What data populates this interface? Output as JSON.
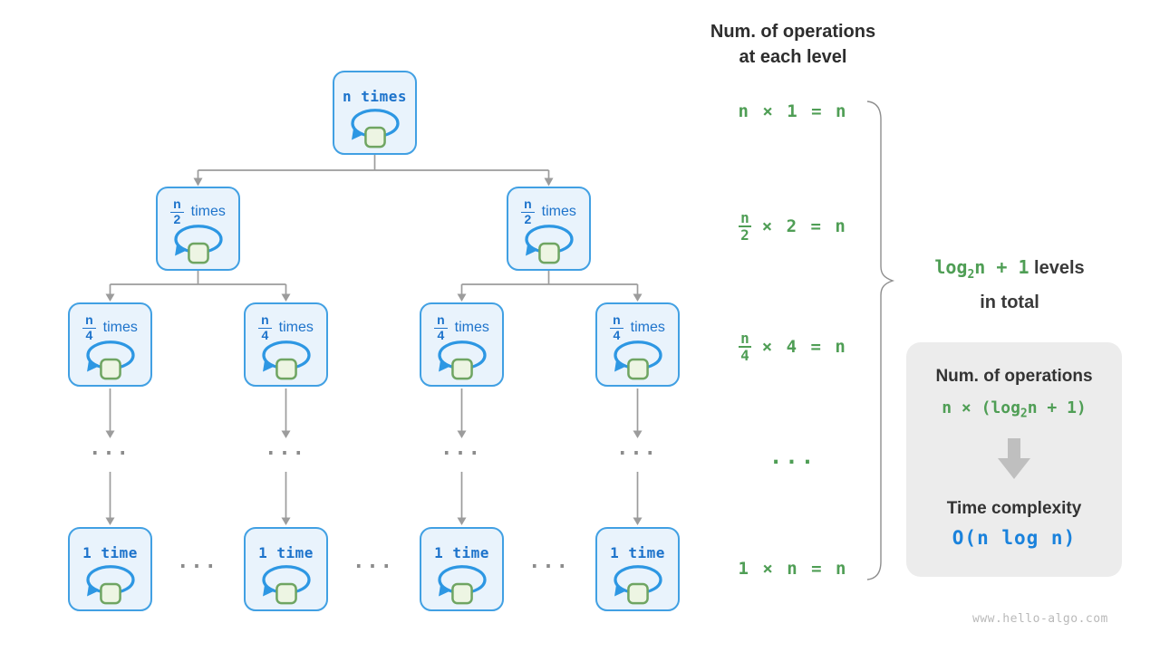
{
  "header": {
    "line1": "Num. of operations",
    "line2": "at each level"
  },
  "tree": {
    "root_label": "n times",
    "level2": {
      "num": "n",
      "den": "2",
      "word": "times"
    },
    "level3": {
      "num": "n",
      "den": "4",
      "word": "times"
    },
    "leaf_label": "1 time",
    "ellipsis": "..."
  },
  "ops": {
    "row1": "n × 1 = n",
    "row2": {
      "num": "n",
      "den": "2",
      "rest": "× 2 = n"
    },
    "row3": {
      "num": "n",
      "den": "4",
      "rest": "× 4 = n"
    },
    "dots": "...",
    "row5": "1 × n = n"
  },
  "brace_label": {
    "log": "log",
    "sub": "2",
    "after": "n + 1",
    "levels": " levels",
    "line2": "in total"
  },
  "panel": {
    "title1": "Num. of operations",
    "formula_pre": "n × (log",
    "formula_sub": "2",
    "formula_post": "n + 1)",
    "title2": "Time complexity",
    "complexity": "O(n log n)"
  },
  "watermark": "www.hello-algo.com",
  "colors": {
    "node_border": "#41a0e3",
    "node_fill": "#e9f3fc",
    "node_text": "#1d73cb",
    "loop_arrow": "#2d97e3",
    "square_fill": "#edf5e3",
    "square_border": "#6fa562",
    "green": "#4f9e55",
    "blue": "#1a82dc",
    "gray_line": "#9c9c9c",
    "panel_bg": "#ececec",
    "dark_text": "#2d2d2d",
    "watermark": "#b9b9b9"
  }
}
